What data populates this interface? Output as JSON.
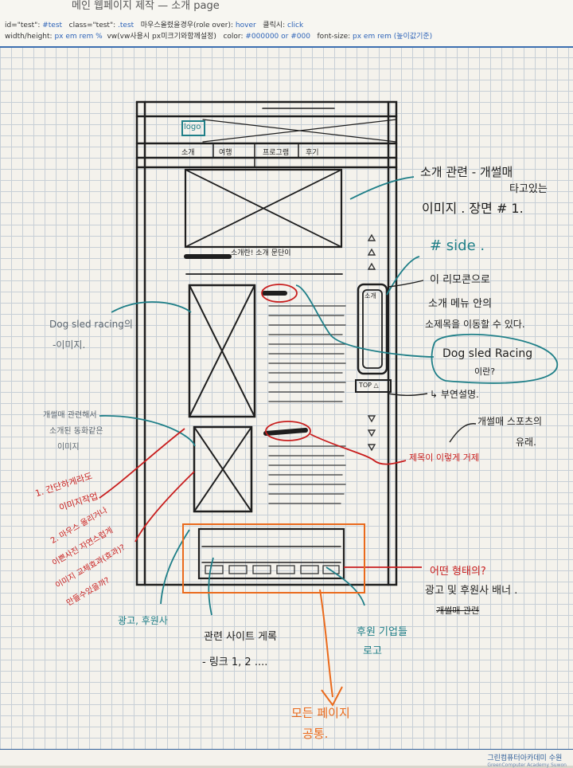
{
  "header": {
    "title": "메인 웹페이지 제작 — 소개 page",
    "row1": [
      {
        "k": "id=\"test\":",
        "v": "#test"
      },
      {
        "k": "class=\"test\":",
        "v": ".test"
      },
      {
        "k": "마우스올렸을경우(role over):",
        "v": "hover"
      },
      {
        "k": "클릭시:",
        "v": "click"
      }
    ],
    "row2": [
      {
        "k": "width/height:",
        "v": "px em rem %"
      },
      {
        "k": "vw(vw사용시 px미크기와함께설정)",
        "v": ""
      },
      {
        "k": "color:",
        "v": "#000000 or #000"
      },
      {
        "k": "font-size:",
        "v": "px em rem (높이값기준)"
      }
    ]
  },
  "wireframe": {
    "logo": "logo",
    "nav": [
      "소개",
      "여행",
      "프로그램",
      "후기"
    ],
    "intro_caption": "소개란! 소개 문단이",
    "side_remote_label": "소개",
    "top_button": "TOP △"
  },
  "notes": {
    "top_right_1": "소개 관련 - 개썰매",
    "top_right_2": "타고있는",
    "top_right_3": "이미지 . 장면 # 1.",
    "side": "# side .",
    "remote_1": "이 리모콘으로",
    "remote_2": "소개 메뉴 안의",
    "remote_3": "소제목을 이동할 수 있다.",
    "dog_sled": "Dog sled Racing",
    "dog_sled_q": "이란?",
    "sub_desc": "↳ 부연설명.",
    "left_image_1": "Dog sled racing의",
    "left_image_2": "-이미지.",
    "left_mid_1": "개썰매 관련해서",
    "left_mid_2": "소개된 동화같은",
    "left_mid_3": "이미지",
    "history_1": "개썰매 스포츠의",
    "history_2": "유래.",
    "title_note": "제목이 이렇게 거제",
    "q1_1": "1. 간단하게라도",
    "q1_2": "이미지작업.",
    "q2_1": "2. 마우스 올리거나",
    "q2_2": "이쁜사진 자연스럽게",
    "q2_3": "이미지 교체효과(효과)?",
    "q2_4": "만들수있을까?",
    "footer_q": "어떤 형태의?",
    "footer_ad": "광고 및 후원사 배너 .",
    "footer_strike": "개썰매 관련",
    "ads": "광고, 후원사",
    "related_1": "관련 사이트 게록",
    "related_2": "- 링크 1, 2 ....",
    "org_1": "후원 기업들",
    "org_2": "로고",
    "common_1": "모든 페이지",
    "common_2": "공통."
  },
  "footer": {
    "logo_main": "그린컴퓨터아카데미 수원",
    "logo_sub": "GreenComputer Academy Suwon"
  },
  "colors": {
    "ink": "#1e1e1e",
    "teal": "#1f7f88",
    "red": "#c81e1e",
    "orange": "#ea6a1c",
    "blue": "#2b5ea7",
    "paper": "#f4f2ec"
  }
}
